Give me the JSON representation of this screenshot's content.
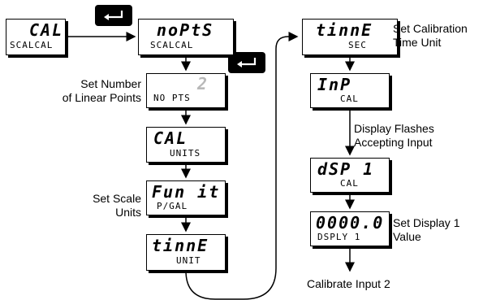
{
  "boxes": {
    "cal_scalcal": {
      "top": "CAL",
      "bottom": "SCALCAL"
    },
    "nopts_scalcal": {
      "top": "noPtS",
      "bottom": "SCALCAL"
    },
    "no_pts": {
      "top": "2",
      "bottom": "NO PTS"
    },
    "cal_units": {
      "top": "CAL",
      "bottom": "UNITS"
    },
    "funit": {
      "top": "Fun it",
      "bottom": "P/GAL"
    },
    "time_unit": {
      "top": "tinnE",
      "bottom": "UNIT"
    },
    "time_sec": {
      "top": "tinnE",
      "bottom": "SEC"
    },
    "inp_cal": {
      "top": "InP",
      "bottom": "CAL"
    },
    "dsp1_cal": {
      "top": "dSP 1",
      "bottom": "CAL"
    },
    "display1": {
      "top": "0000.0",
      "bottom": "DSPLY 1"
    }
  },
  "labels": {
    "set_number": [
      "Set Number",
      "of Linear Points"
    ],
    "set_scale": [
      "Set Scale",
      "Units"
    ],
    "set_calibration": [
      "Set Calibration",
      "Time Unit"
    ],
    "display_flashes": [
      "Display Flashes",
      "Accepting Input"
    ],
    "set_display1": [
      "Set Display 1",
      "Value"
    ],
    "calibrate_input2": "Calibrate Input 2"
  },
  "icons": {
    "enter_key": "enter-key-icon"
  }
}
